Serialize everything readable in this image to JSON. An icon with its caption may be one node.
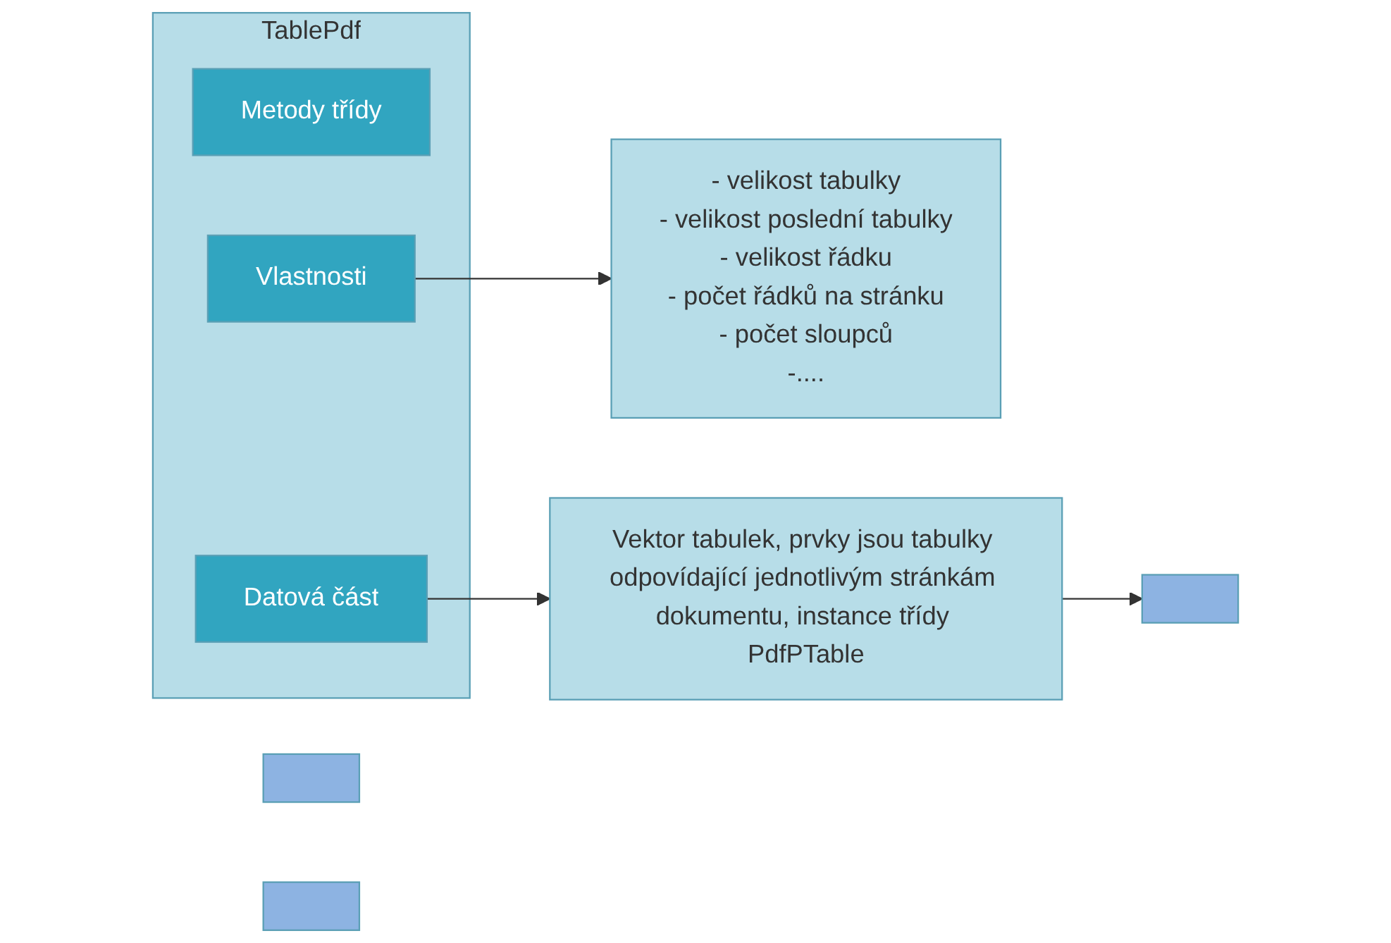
{
  "diagram": {
    "nodes": [
      {
        "text": [
          "TablePdf"
        ]
      },
      {
        "text": [
          "Metody třídy"
        ],
        "in": 0
      },
      {
        "text": [
          "Vlastnosti"
        ],
        "in": 0
      },
      {
        "text": [
          "Datová část"
        ],
        "in": 0
      },
      {
        "text": [
          "- velikost tabulky",
          "- velikost poslední tabulky",
          "- velikost řádku",
          "- počet řádků na stránku",
          "- počet sloupců",
          "-...."
        ]
      },
      {
        "text": [
          "Vektor tabulek, prvky jsou tabulky odpovídající jednotlivým stránkám dokumentu, instance třídy PdfPTable"
        ]
      },
      {
        "text": [],
        "shape": "box"
      },
      {
        "text": [],
        "shape": "box"
      },
      {
        "text": [],
        "shape": "box"
      }
    ],
    "edges": [
      {
        "from": 2,
        "to": 4,
        "arrow": "to"
      },
      {
        "from": 3,
        "to": 5,
        "arrow": "to"
      },
      {
        "from": 5,
        "to": 6,
        "arrow": "to"
      }
    ]
  }
}
